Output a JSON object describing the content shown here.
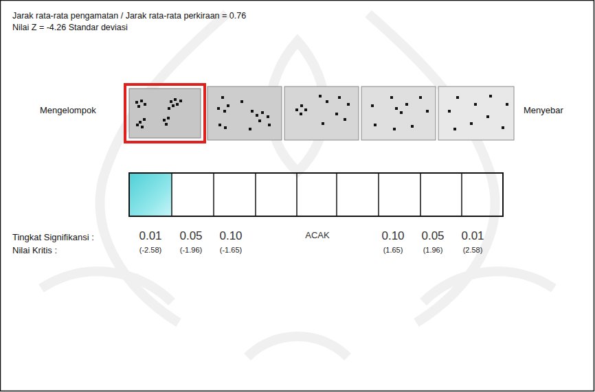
{
  "diagram": {
    "labels": [
      "Jarak rata-rata pengamatan / Jarak rata-rata perkiraan = 0.76",
      "Nilai Z = -4.26 Standar deviasi",
      "Mengelompok",
      "Menyebar",
      "Tingkat Signifikansi :",
      "0.01",
      "0.05",
      "0.10",
      "ACAK",
      "0.10",
      "0.05",
      "0.01",
      "Nilai Kritis :",
      "(-2.58)",
      "(-1.96)",
      "(-1.65)",
      "(1.65)",
      "(1.96)",
      "(2.58)"
    ]
  }
}
